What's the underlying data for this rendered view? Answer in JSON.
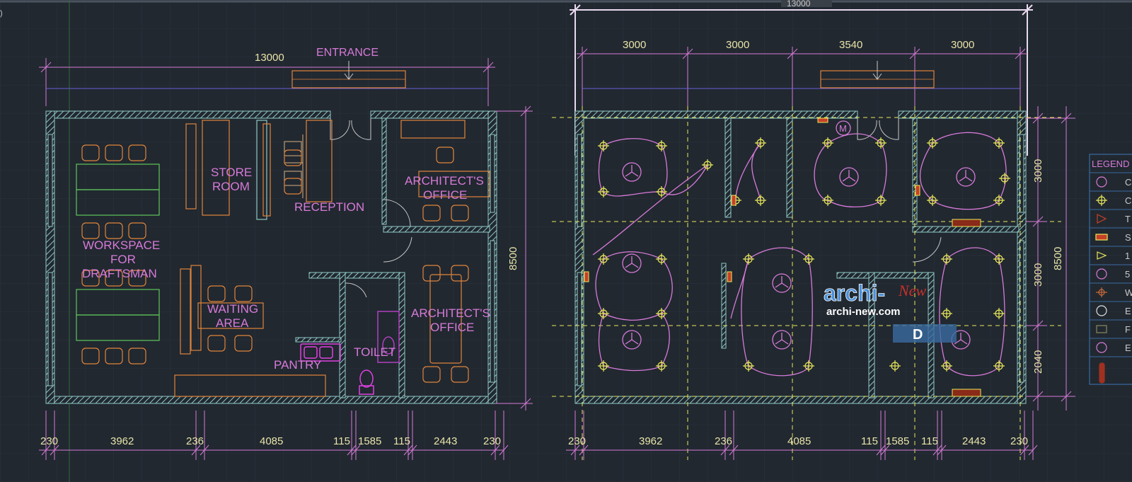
{
  "plan_left": {
    "overall_width": "13000",
    "entrance": "ENTRANCE",
    "height": "8500",
    "rooms": {
      "store_room_1": "STORE",
      "store_room_2": "ROOM",
      "reception": "RECEPTION",
      "architect_office_top_1": "ARCHITECT'S",
      "architect_office_top_2": "OFFICE",
      "workspace_1": "WORKSPACE",
      "workspace_2": "FOR",
      "workspace_3": "DRAFTSMAN",
      "waiting_1": "WAITING",
      "waiting_2": "AREA",
      "architect_office_bottom_1": "ARCHITECT'S",
      "architect_office_bottom_2": "OFFICE",
      "pantry": "PANTRY",
      "toilet": "TOILET"
    },
    "bottom_dims": [
      "230",
      "3962",
      "236",
      "4085",
      "115",
      "1585",
      "115",
      "2443",
      "230"
    ]
  },
  "plan_right": {
    "overall_width": "13000",
    "top_dims": [
      "3000",
      "3000",
      "3540",
      "3000"
    ],
    "bottom_dims": [
      "230",
      "3962",
      "236",
      "4085",
      "115",
      "1585",
      "115",
      "2443",
      "230"
    ],
    "right_dims": [
      "3000",
      "3000",
      "2040"
    ],
    "height": "8500",
    "meter_symbol": "M"
  },
  "legend": {
    "title": "LEGEND",
    "rows": [
      "C",
      "C",
      "T",
      "S",
      "1",
      "5",
      "W",
      "E",
      "F",
      "E",
      ""
    ]
  },
  "watermark": {
    "brand": "archi-",
    "brand_script": "New",
    "url": "archi-new.com",
    "badge": "D"
  },
  "colors": {
    "background": "#212830",
    "grid": "#2a323c",
    "dimension": "#d77ad8",
    "dim_text": "#e8e4a8",
    "wall": "#8fc7c3",
    "furniture": "#e0843a",
    "lighting": "#e8e85a",
    "wiring": "#d77ad8",
    "desk": "#5fc55a"
  }
}
